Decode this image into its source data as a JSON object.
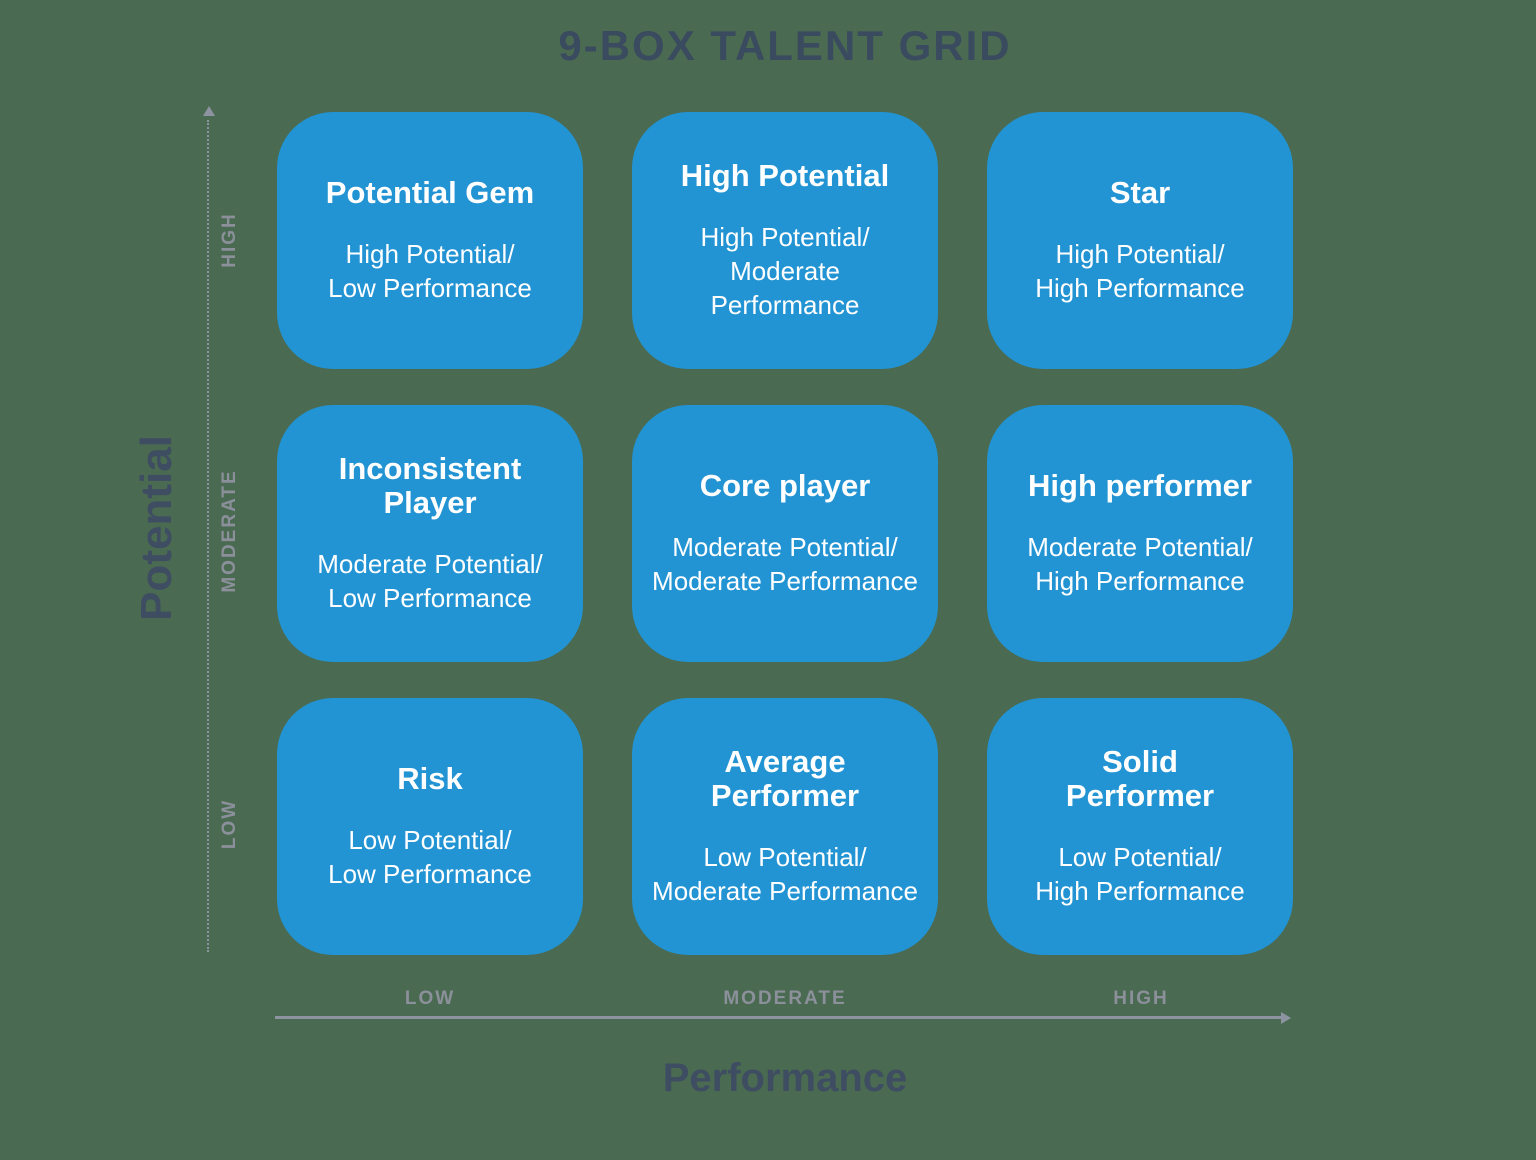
{
  "title": "9-BOX TALENT GRID",
  "colors": {
    "background": "#4A6B51",
    "box_fill": "#2293D3",
    "box_text": "#FFFFFF",
    "heading_text": "#3A4A5F",
    "axis_label_text": "#3E4D61",
    "tick_text": "#8B909B",
    "axis_line": "#8D93A0"
  },
  "y_axis": {
    "label": "Potential",
    "ticks": [
      "HIGH",
      "MODERATE",
      "LOW"
    ]
  },
  "x_axis": {
    "label": "Performance",
    "ticks": [
      "LOW",
      "MODERATE",
      "HIGH"
    ]
  },
  "grid": {
    "boxes": [
      {
        "title_lines": [
          "Potential Gem"
        ],
        "subtitle_lines": [
          "High Potential/",
          "Low Performance"
        ]
      },
      {
        "title_lines": [
          "High Potential"
        ],
        "subtitle_lines": [
          "High Potential/",
          "Moderate",
          "Performance"
        ]
      },
      {
        "title_lines": [
          "Star"
        ],
        "subtitle_lines": [
          "High Potential/",
          "High Performance"
        ]
      },
      {
        "title_lines": [
          "Inconsistent",
          "Player"
        ],
        "subtitle_lines": [
          "Moderate Potential/",
          "Low Performance"
        ]
      },
      {
        "title_lines": [
          "Core player"
        ],
        "subtitle_lines": [
          "Moderate Potential/",
          "Moderate Performance"
        ]
      },
      {
        "title_lines": [
          "High performer"
        ],
        "subtitle_lines": [
          "Moderate Potential/",
          "High Performance"
        ]
      },
      {
        "title_lines": [
          "Risk"
        ],
        "subtitle_lines": [
          "Low Potential/",
          "Low Performance"
        ]
      },
      {
        "title_lines": [
          "Average",
          "Performer"
        ],
        "subtitle_lines": [
          "Low Potential/",
          "Moderate Performance"
        ]
      },
      {
        "title_lines": [
          "Solid",
          "Performer"
        ],
        "subtitle_lines": [
          "Low Potential/",
          "High Performance"
        ]
      }
    ]
  }
}
